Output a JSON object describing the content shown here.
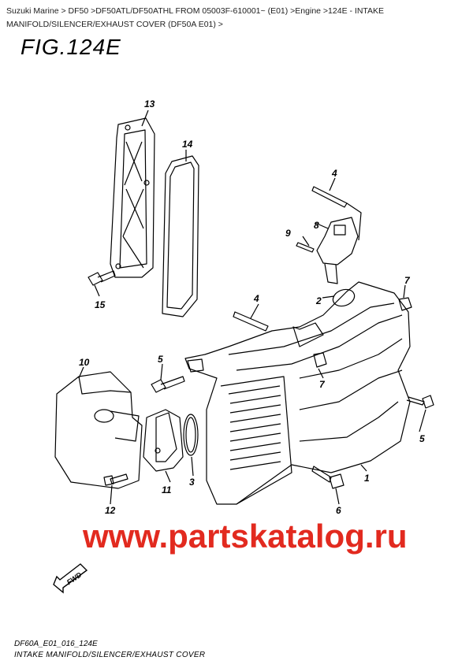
{
  "breadcrumb": {
    "text": "Suzuki Marine > DF50 >DF50ATL/DF50ATHL FROM 05003F-610001~ (E01) >Engine >124E - INTAKE MANIFOLD/SILENCER/EXHAUST COVER (DF50A E01) >"
  },
  "figure": {
    "title": "FIG.124E"
  },
  "callouts": {
    "c1": "1",
    "c2": "2",
    "c3": "3",
    "c4a": "4",
    "c4b": "4",
    "c5a": "5",
    "c5b": "5",
    "c6": "6",
    "c7a": "7",
    "c7b": "7",
    "c8": "8",
    "c9": "9",
    "c10": "10",
    "c11": "11",
    "c12": "12",
    "c13": "13",
    "c14": "14",
    "c15": "15"
  },
  "fwd_label": "FWD",
  "watermark": "www.partskatalog.ru",
  "footer": {
    "code": "DF60A_E01_016_124E",
    "caption": "INTAKE MANIFOLD/SILENCER/EXHAUST COVER"
  },
  "colors": {
    "watermark": "#e22a1f",
    "line": "#000000"
  }
}
